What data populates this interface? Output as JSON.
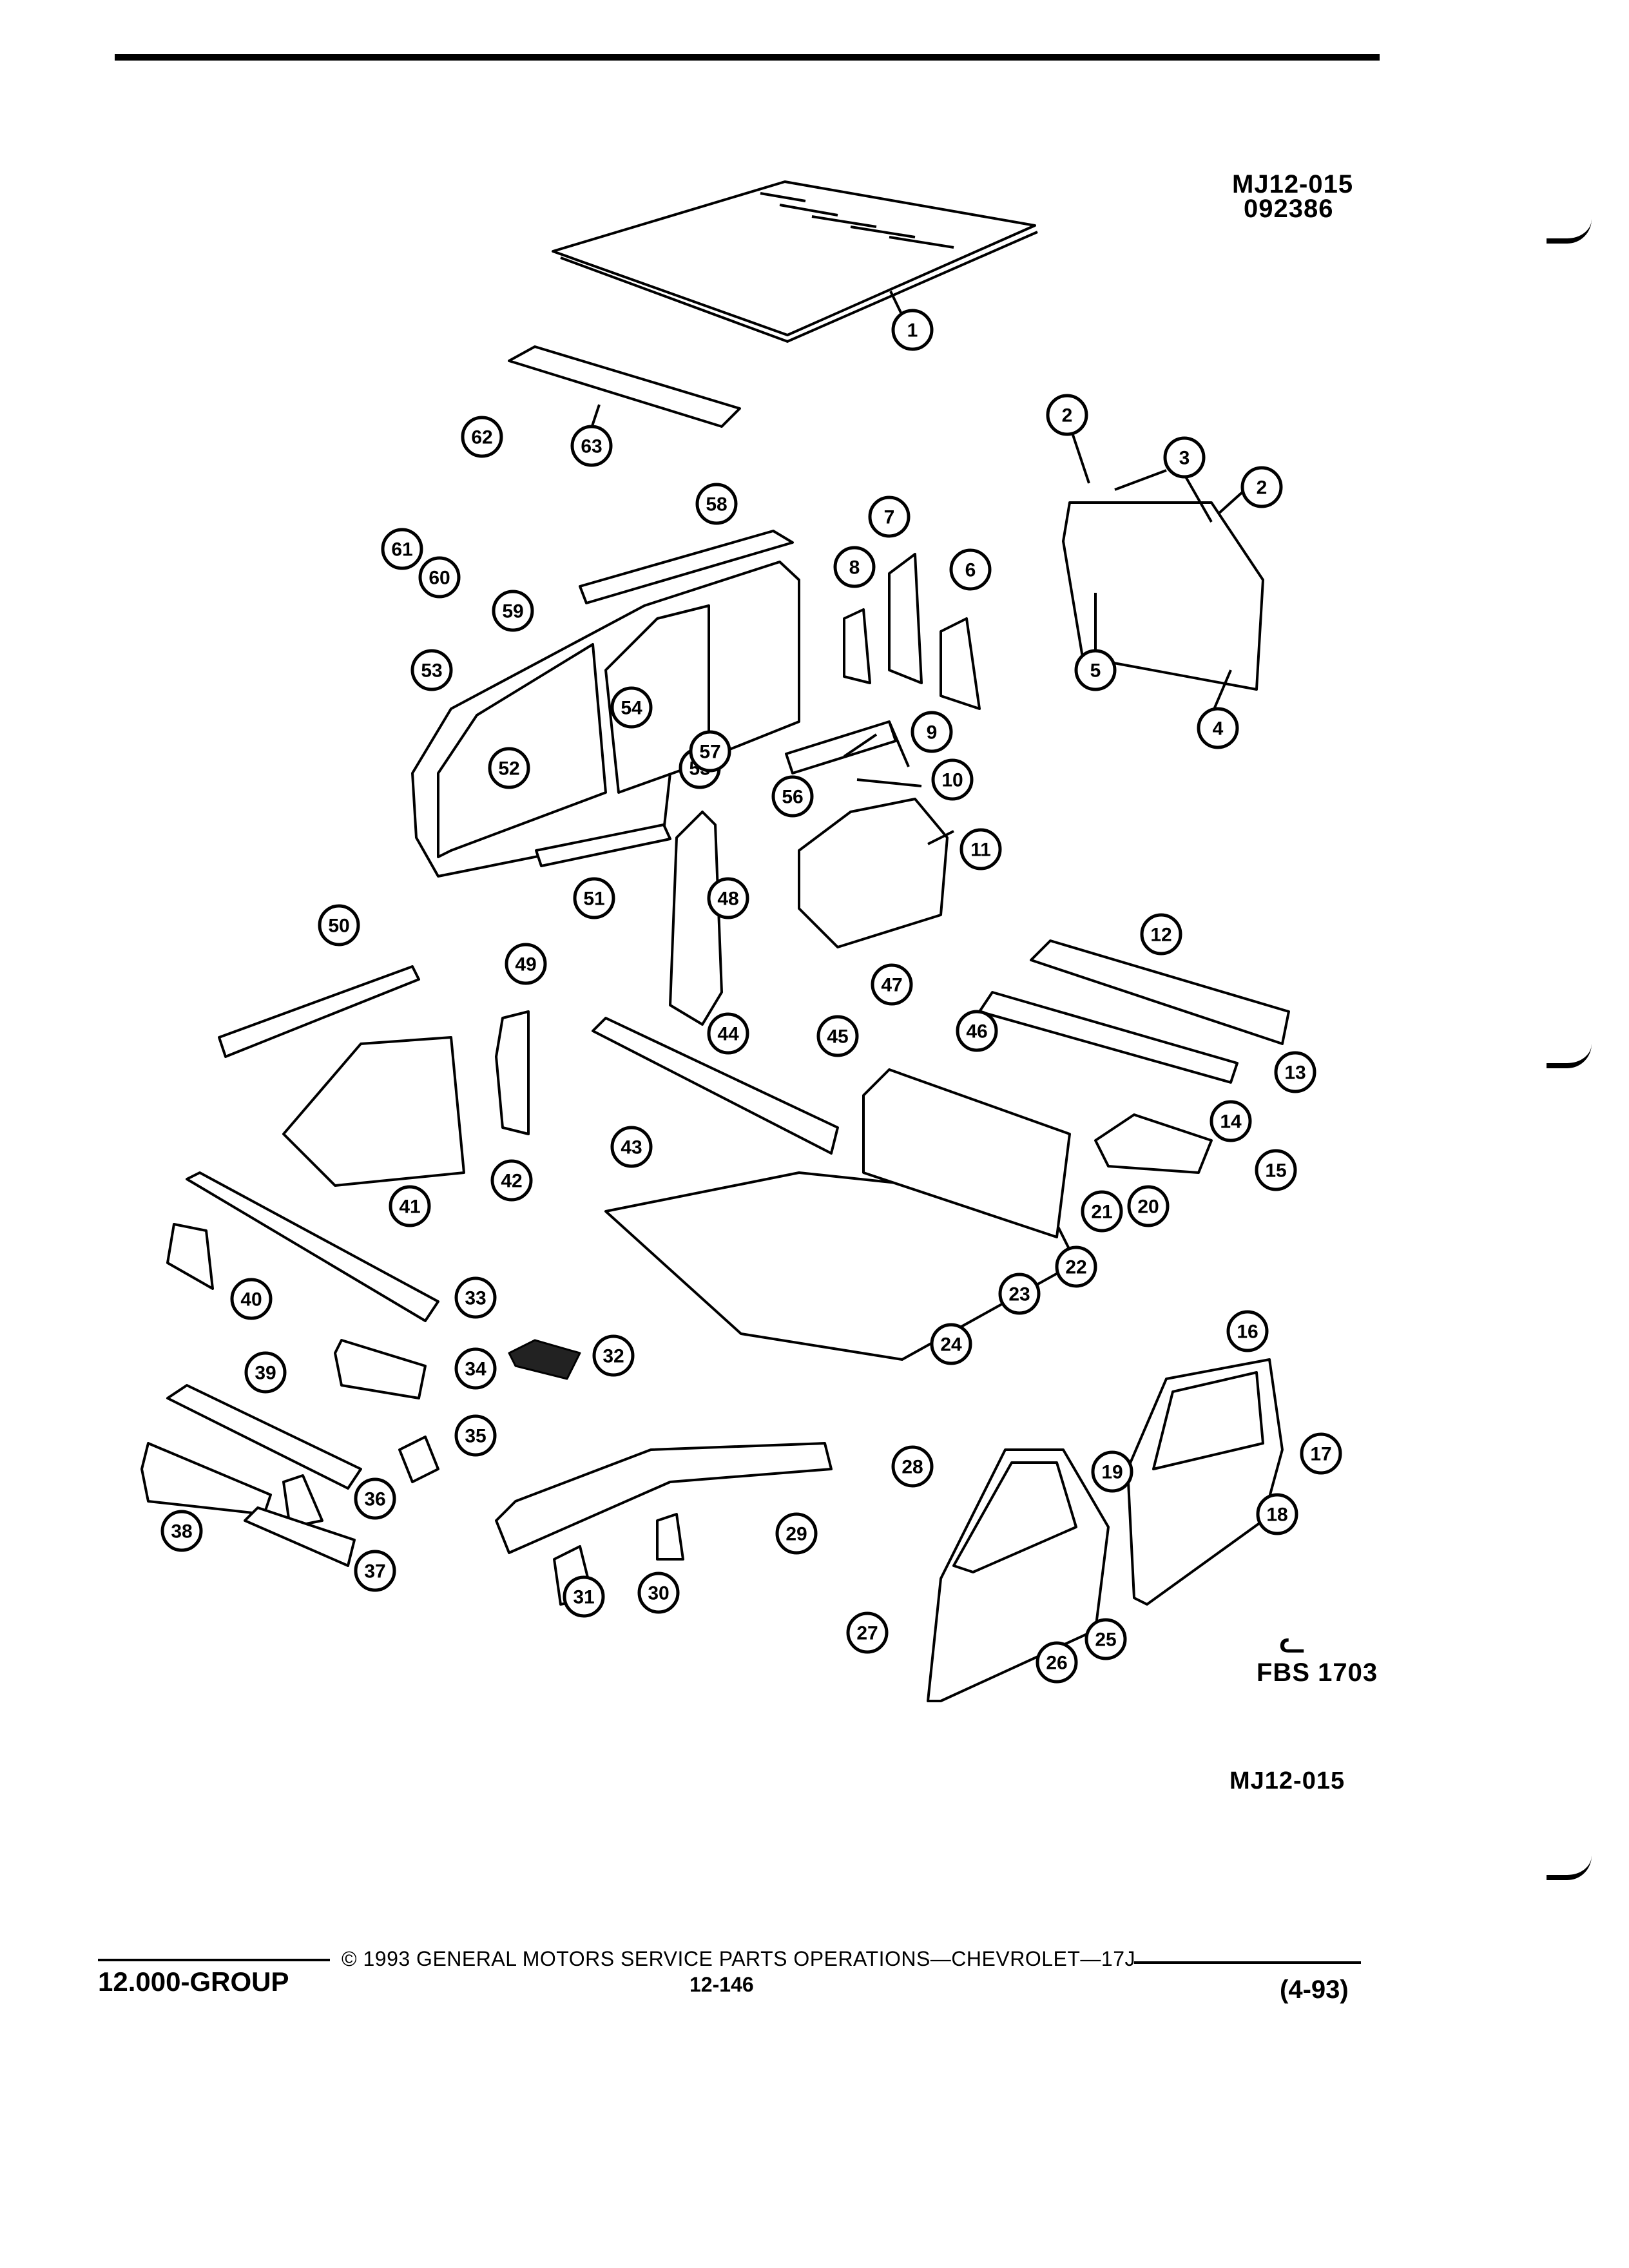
{
  "header": {
    "ref_code": "MJ12-015",
    "ref_number": "092386"
  },
  "diagram": {
    "callouts": [
      "1",
      "2",
      "2",
      "3",
      "4",
      "5",
      "6",
      "7",
      "8",
      "9",
      "10",
      "11",
      "12",
      "13",
      "14",
      "15",
      "16",
      "17",
      "18",
      "19",
      "20",
      "21",
      "22",
      "23",
      "24",
      "25",
      "26",
      "27",
      "28",
      "29",
      "30",
      "31",
      "32",
      "33",
      "34",
      "35",
      "36",
      "37",
      "38",
      "39",
      "40",
      "41",
      "42",
      "43",
      "44",
      "45",
      "46",
      "47",
      "48",
      "49",
      "50",
      "51",
      "52",
      "53",
      "54",
      "55",
      "56",
      "57",
      "58",
      "59",
      "60",
      "61",
      "62",
      "63"
    ]
  },
  "credits": {
    "mark": "ᓚ",
    "fbs": "FBS 1703",
    "bottom_ref": "MJ12-015"
  },
  "footer": {
    "group": "12.000-GROUP",
    "copyright": "© 1993 GENERAL MOTORS SERVICE PARTS OPERATIONS—CHEVROLET—17J",
    "page": "12-146",
    "date": "(4-93)"
  }
}
